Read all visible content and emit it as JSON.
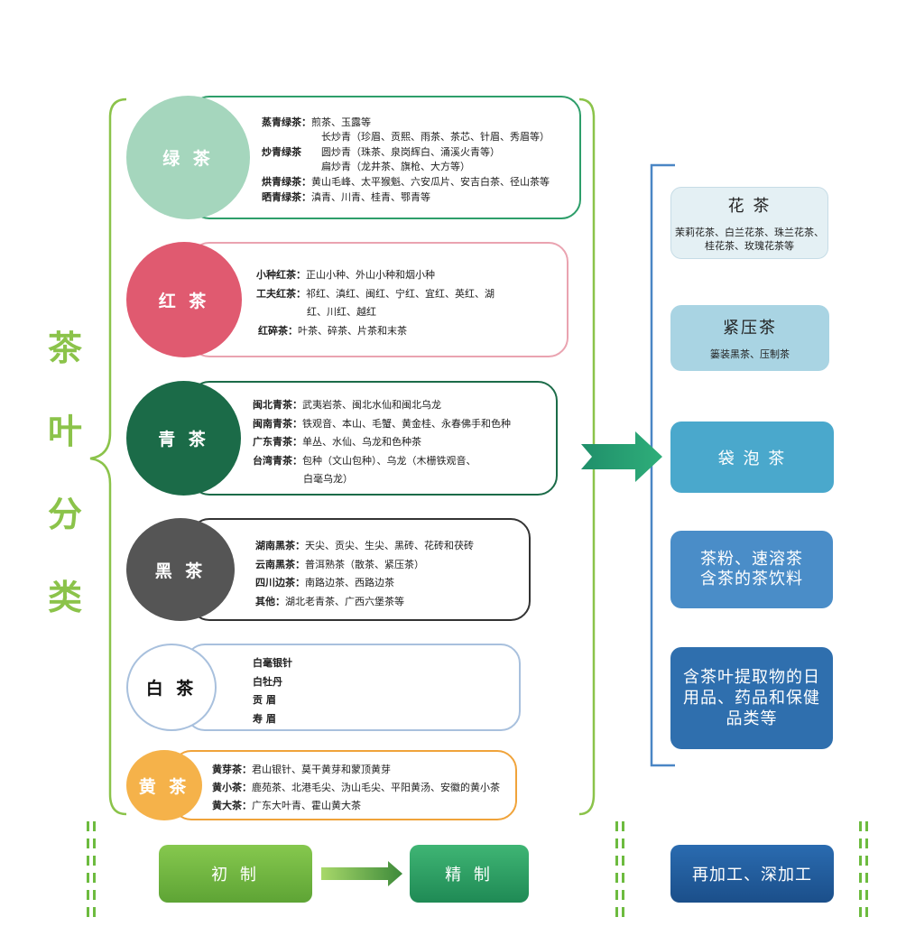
{
  "title": [
    "茶",
    "叶",
    "分",
    "类"
  ],
  "categories": [
    {
      "name": "绿 茶",
      "lines": [
        {
          "label": "蒸青绿茶：",
          "text": "煎茶、玉露等"
        },
        {
          "label": "炒青绿茶",
          "text": ""
        },
        {
          "label": "烘青绿茶：",
          "text": "黄山毛峰、太平猴魁、六安瓜片、安吉白茶、径山茶等"
        },
        {
          "label": "晒青绿茶：",
          "text": "滇青、川青、桂青、鄂青等"
        }
      ],
      "subs": [
        "长炒青（珍眉、贡熙、雨茶、茶芯、针眉、秀眉等）",
        "圆炒青（珠茶、泉岗辉白、涌溪火青等）",
        "扁炒青（龙井茶、旗枪、大方等）"
      ]
    },
    {
      "name": "红 茶",
      "lines": [
        {
          "label": "小种红茶：",
          "text": "正山小种、外山小种和烟小种"
        },
        {
          "label": "工夫红茶：",
          "text": "祁红、滇红、闽红、宁红、宜红、英红、湖"
        },
        {
          "label": "",
          "text": "红、川红、越红"
        },
        {
          "label": "红碎茶：",
          "text": "叶茶、碎茶、片茶和末茶"
        }
      ]
    },
    {
      "name": "青 茶",
      "lines": [
        {
          "label": "闽北青茶：",
          "text": "武夷岩茶、闽北水仙和闽北乌龙"
        },
        {
          "label": "闽南青茶：",
          "text": "铁观音、本山、毛蟹、黄金桂、永春佛手和色种"
        },
        {
          "label": "广东青茶：",
          "text": "单丛、水仙、乌龙和色种茶"
        },
        {
          "label": "台湾青茶：",
          "text": "包种（文山包种）、乌龙（木栅铁观音、"
        },
        {
          "label": "",
          "text": "白毫乌龙）"
        }
      ]
    },
    {
      "name": "黑 茶",
      "lines": [
        {
          "label": "湖南黑茶：",
          "text": "天尖、贡尖、生尖、黑砖、花砖和茯砖"
        },
        {
          "label": "云南黑茶：",
          "text": "普洱熟茶（散茶、紧压茶）"
        },
        {
          "label": "四川边茶：",
          "text": "南路边茶、西路边茶"
        },
        {
          "label": "其他：",
          "text": "湖北老青茶、广西六堡茶等"
        }
      ]
    },
    {
      "name": "白 茶",
      "lines": [
        {
          "label": "白毫银针",
          "text": ""
        },
        {
          "label": "白牡丹",
          "text": ""
        },
        {
          "label": "贡 眉",
          "text": ""
        },
        {
          "label": "寿 眉",
          "text": ""
        }
      ]
    },
    {
      "name": "黄 茶",
      "lines": [
        {
          "label": "黄芽茶：",
          "text": "君山银针、莫干黄芽和蒙顶黄芽"
        },
        {
          "label": "黄小茶：",
          "text": "鹿苑茶、北港毛尖、沩山毛尖、平阳黄汤、安徽的黄小茶"
        },
        {
          "label": "黄大茶：",
          "text": "广东大叶青、霍山黄大茶"
        }
      ]
    }
  ],
  "reprocessed": [
    {
      "title": "花 茶",
      "desc": "茉莉花茶、白兰花茶、珠兰花茶、桂花茶、玫瑰花茶等"
    },
    {
      "title": "紧压茶",
      "desc": "篓装黑茶、压制茶"
    },
    {
      "title": "袋 泡 茶",
      "desc": ""
    },
    {
      "title": "茶粉、速溶茶含茶的茶饮料",
      "desc": ""
    },
    {
      "title": "含茶叶提取物的日用品、药品和保健品类等",
      "desc": ""
    }
  ],
  "stages": {
    "primary": "初 制",
    "refined": "精 制",
    "further": "再加工、深加工"
  },
  "colors": {
    "green": "#a5d6bd",
    "red": "#e05a70",
    "oolong": "#1b6b48",
    "dark": "#555555",
    "white": "#ffffff",
    "yellow": "#f5b24a",
    "accent": "#8bc34a"
  }
}
